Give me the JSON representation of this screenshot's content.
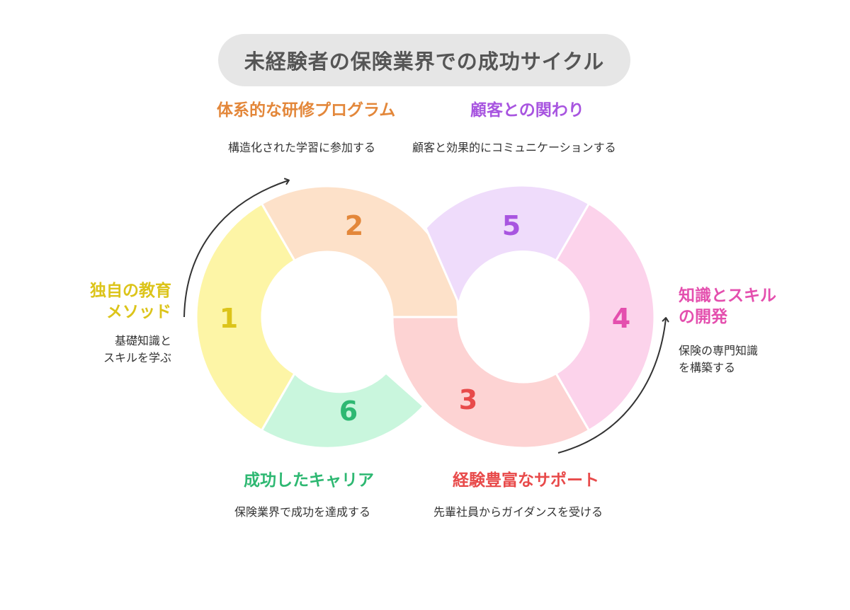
{
  "title": "未経験者の保険業界での成功サイクル",
  "steps": [
    {
      "number": "1",
      "title_line1": "独自の教育",
      "title_line2": "メソッド",
      "desc_line1": "基礎知識と",
      "desc_line2": "スキルを学ぶ",
      "color": "#dcc41a",
      "fill": "#fdf5a6"
    },
    {
      "number": "2",
      "title": "体系的な研修プログラム",
      "desc": "構造化された学習に参加する",
      "color": "#e3873a",
      "fill": "#fde1c9"
    },
    {
      "number": "3",
      "title": "経験豊富なサポート",
      "desc": "先輩社員からガイダンスを受ける",
      "color": "#e84a4a",
      "fill": "#fdd3d3"
    },
    {
      "number": "4",
      "title_line1": "知識とスキル",
      "title_line2": "の開発",
      "desc_line1": "保険の専門知識",
      "desc_line2": "を構築する",
      "color": "#e44fae",
      "fill": "#fcd3eb"
    },
    {
      "number": "5",
      "title": "顧客との関わり",
      "desc": "顧客と効果的にコミュニケーションする",
      "color": "#a855e0",
      "fill": "#efdcfb"
    },
    {
      "number": "6",
      "title": "成功したキャリア",
      "desc": "保険業界で成功を達成する",
      "color": "#2eb872",
      "fill": "#c9f6dd"
    }
  ],
  "arrow_color": "#333333"
}
